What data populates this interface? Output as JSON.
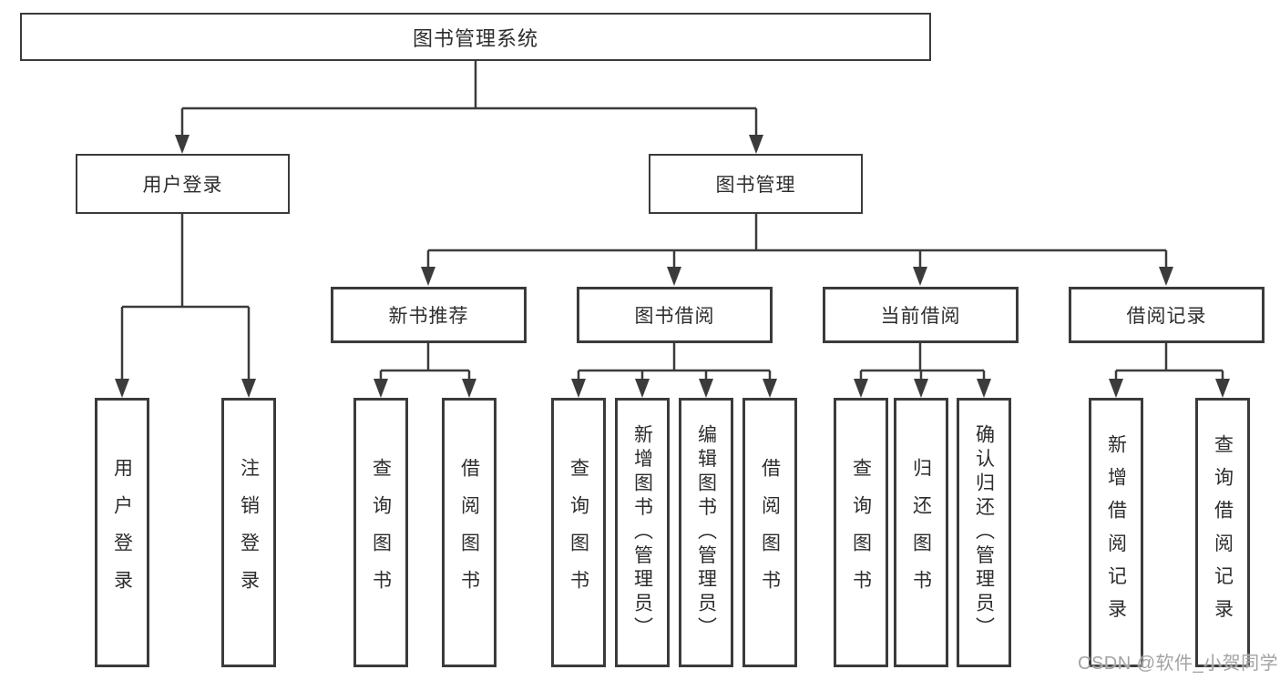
{
  "tree": {
    "root": "图书管理系统",
    "branches": [
      {
        "label": "用户登录",
        "children": [
          "用户登录",
          "注销登录"
        ]
      },
      {
        "label": "图书管理",
        "sections": [
          {
            "label": "新书推荐",
            "children": [
              "查询图书",
              "借阅图书"
            ]
          },
          {
            "label": "图书借阅",
            "children": [
              "查询图书",
              "新增图书（管理员）",
              "编辑图书（管理员）",
              "借阅图书"
            ]
          },
          {
            "label": "当前借阅",
            "children": [
              "查询图书",
              "归还图书",
              "确认归还（管理员）"
            ]
          },
          {
            "label": "借阅记录",
            "children": [
              "新增借阅记录",
              "查询借阅记录"
            ]
          }
        ]
      }
    ]
  },
  "watermark": {
    "text": "CSDN @软件_小贺同学"
  },
  "colors": {
    "line": "#3b3b3b",
    "box_border": "#3b3b3b",
    "text": "#2d2d2d",
    "watermark": "#a3a3a3",
    "background": "#ffffff"
  }
}
